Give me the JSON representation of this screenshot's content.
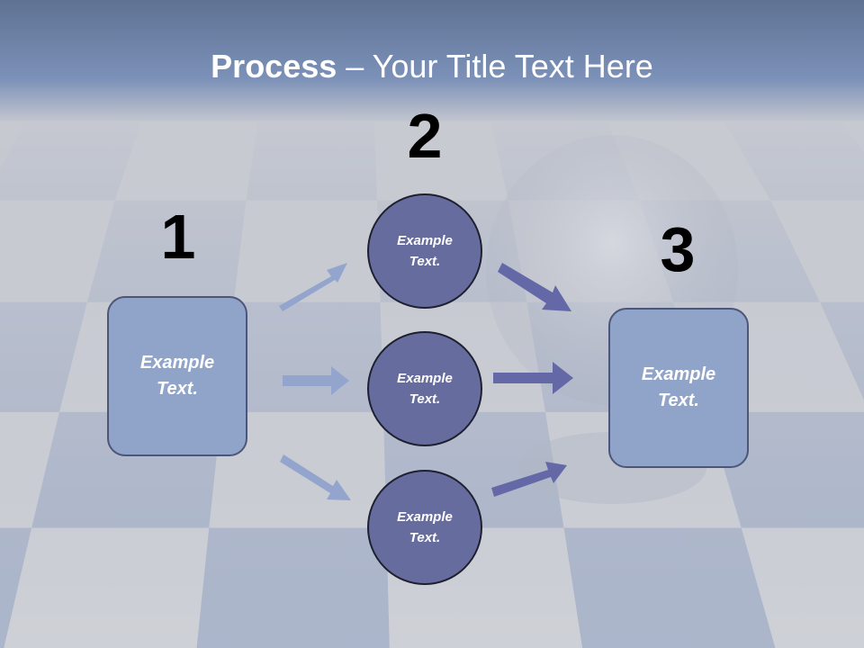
{
  "title": {
    "bold": "Process",
    "rest": " – Your Title Text Here"
  },
  "steps": [
    {
      "number": "1",
      "label": "Example Text."
    },
    {
      "number": "2",
      "label": "Example Text."
    },
    {
      "number": "3",
      "label": "Example Text."
    }
  ],
  "circles": [
    {
      "label": "Example Text."
    },
    {
      "label": "Example Text."
    },
    {
      "label": "Example Text."
    }
  ],
  "colors": {
    "box_fill": "#90a4c9",
    "circle_fill": "#676c9e",
    "arrow_light": "#93a5cd",
    "arrow_dark": "#6468a6",
    "title_band": "#6f84aa"
  }
}
